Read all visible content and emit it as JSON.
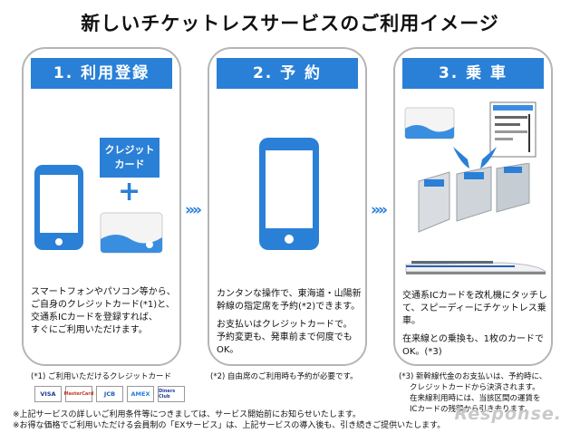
{
  "title": "新しいチケットレスサービスのご利用イメージ",
  "steps": [
    {
      "header": "1. 利用登録",
      "credit_card_label_1": "クレジット",
      "credit_card_label_2": "カード",
      "plus": "+",
      "desc": [
        "スマートフォンやパソコン等から、",
        "ご自身のクレジットカード(*1)と、",
        "交通系ICカードを登録すれば、",
        "すぐにご利用いただけます。"
      ]
    },
    {
      "header": "2. 予 約",
      "desc1": [
        "カンタンな操作で、東海道・山陽新",
        "幹線の指定席を予約(*2)できます。"
      ],
      "desc2": [
        "お支払いはクレジットカードで。",
        "予約変更も、発車前まで何度でも",
        "OK。"
      ]
    },
    {
      "header": "3. 乗 車",
      "desc1": [
        "交通系ICカードを改札機にタッチし",
        "て、スピーディーにチケットレス乗車。"
      ],
      "desc2": [
        "在来線との乗換も、1枚のカードで",
        "OK。(*3)"
      ]
    }
  ],
  "arrow": "»»",
  "notes": {
    "n1": "(*1) ご利用いただけるクレジットカード",
    "n2": "(*2) 自由席のご利用時も予約が必要です。",
    "n3": [
      "(*3) 新幹線代金のお支払いは、予約時に、",
      "クレジットカードから決済されます。",
      "在来線利用時には、当該区間の運賃を",
      "ICカードの残額から引き去ります。"
    ]
  },
  "card_brands": [
    "VISA",
    "MasterCard",
    "JCB",
    "AMEX",
    "Diners Club"
  ],
  "footer": [
    "※上記サービスの詳しいご利用条件等につきましては、サービス開始前にお知らせいたします。",
    "※お得な価格でご利用いただける会員制の「EXサービス」は、上記サービスの導入後も、引き続きご提供いたします。"
  ],
  "watermark": "Response.",
  "colors": {
    "accent": "#2a80d6",
    "panel_border": "#b5b5b5"
  }
}
